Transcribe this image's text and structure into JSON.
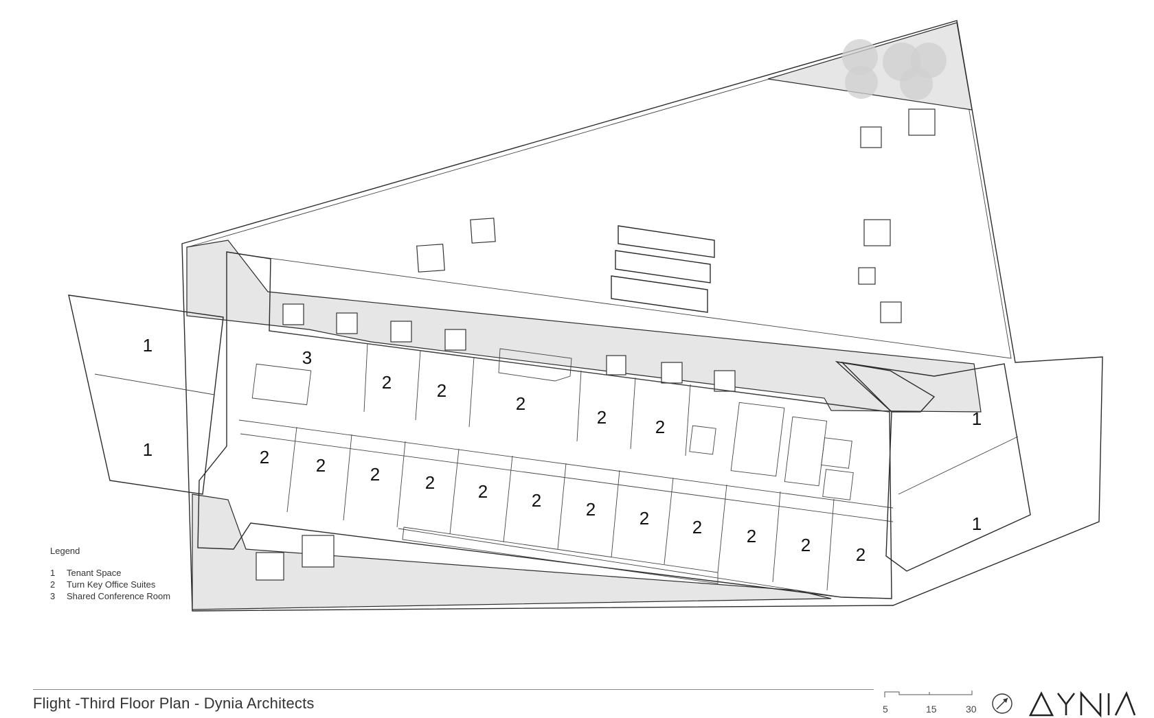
{
  "room_labels": {
    "tenant": "1",
    "office": "2",
    "conference": "3"
  },
  "legend": {
    "title": "Legend",
    "items": [
      {
        "num": "1",
        "label": "Tenant Space"
      },
      {
        "num": "2",
        "label": "Turn Key Office Suites"
      },
      {
        "num": "3",
        "label": "Shared Conference Room"
      }
    ]
  },
  "footer": {
    "title": "Flight -Third Floor Plan - Dynia Architects"
  },
  "scale": {
    "labels": [
      "5",
      "15",
      "30"
    ]
  },
  "logo_text": "DYNIA",
  "colors": {
    "lines": "#2a2a2a",
    "shaded_zone": "#e6e6e6",
    "tree": "#cfcfcf"
  }
}
